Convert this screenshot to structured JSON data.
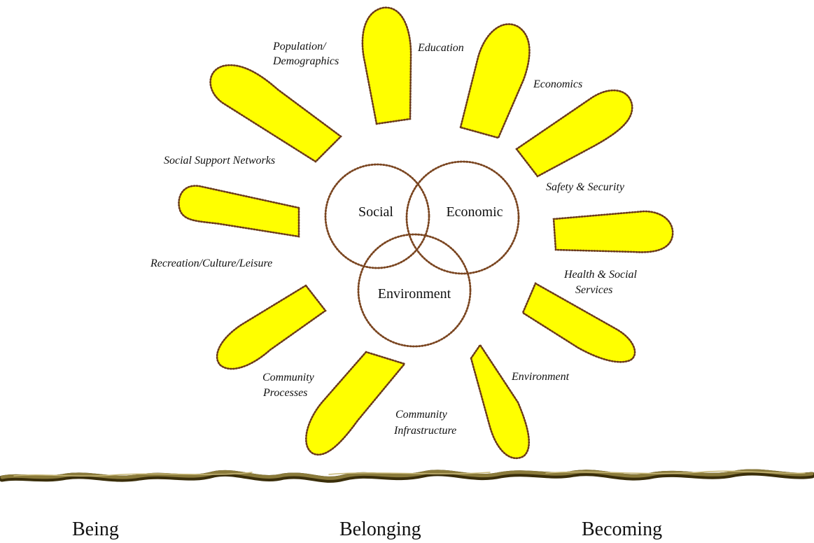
{
  "diagram": {
    "circles": {
      "social": "Social",
      "economic": "Economic",
      "environment": "Environment"
    },
    "petals": {
      "population_line1": "Population/",
      "population_line2": "Demographics",
      "education": "Education",
      "economics": "Economics",
      "social_support": "Social Support Networks",
      "safety": "Safety & Security",
      "recreation": "Recreation/Culture/Leisure",
      "health_line1": "Health  & Social",
      "health_line2": "Services",
      "community_processes_line1": "Community",
      "community_processes_line2": "Processes",
      "environment": "Environment",
      "infrastructure_line1": "Community",
      "infrastructure_line2": "Infrastructure"
    },
    "stages": {
      "being": "Being",
      "belonging": "Belonging",
      "becoming": "Becoming"
    },
    "colors": {
      "petal_fill": "#ffff00",
      "outline": "#6b3a1a",
      "ground": "#5a4a1a"
    }
  }
}
